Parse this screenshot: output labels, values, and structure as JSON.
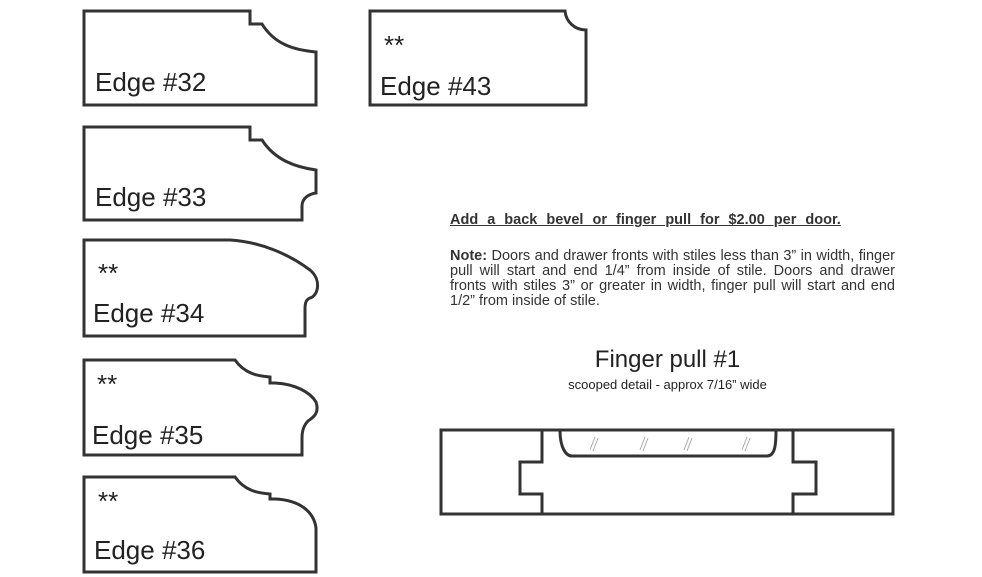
{
  "edges": [
    {
      "label": "Edge #32",
      "stars": ""
    },
    {
      "label": "Edge #33",
      "stars": ""
    },
    {
      "label": "Edge #34",
      "stars": "**"
    },
    {
      "label": "Edge #35",
      "stars": "**"
    },
    {
      "label": "Edge #36",
      "stars": "**"
    },
    {
      "label": "Edge #43",
      "stars": "**"
    }
  ],
  "notice": {
    "heading": "Add a back bevel or finger pull for $2.00 per door.",
    "note_label": "Note:",
    "note_text": " Doors and drawer fronts with stiles less than 3” in width, finger pull will start and end 1/4” from inside of stile. Doors and drawer fronts with stiles 3” or greater in width, finger pull will start and end 1/2” from inside of stile."
  },
  "finger_pull": {
    "title": "Finger pull #1",
    "subtitle": "scooped detail - approx 7/16” wide"
  }
}
